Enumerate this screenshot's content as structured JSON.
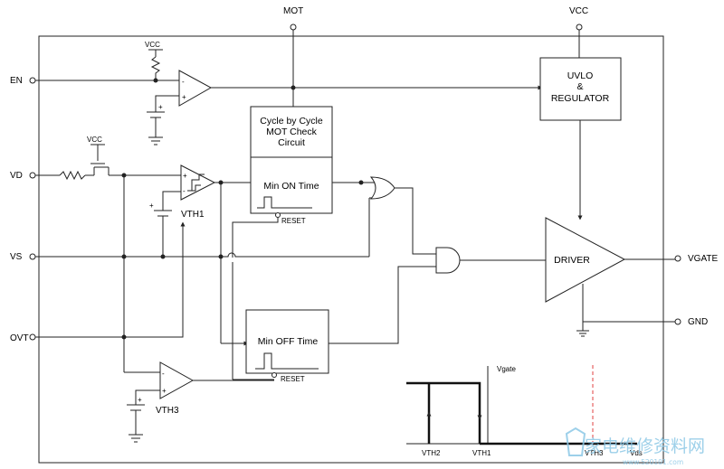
{
  "pins": {
    "en": "EN",
    "vd": "VD",
    "vs": "VS",
    "ovt": "OVT",
    "mot": "MOT",
    "vcc_top": "VCC",
    "vgate": "VGATE",
    "gnd": "GND"
  },
  "labels": {
    "vcc_en": "VCC",
    "vcc_vd": "VCC",
    "vth1": "VTH1",
    "vth3": "VTH3",
    "plus": "+",
    "minus": "-"
  },
  "blocks": {
    "uvlo": [
      "UVLO",
      "&",
      "REGULATOR"
    ],
    "mot_check": [
      "Cycle by Cycle",
      "MOT Check",
      "Circuit"
    ],
    "min_on": "Min ON Time",
    "min_off": "Min OFF Time",
    "reset": "RESET",
    "driver": "DRIVER"
  },
  "hysteresis_graph": {
    "y_label": "Vgate",
    "x_label": "Vds",
    "thresholds": [
      "VTH2",
      "VTH1",
      "VTH3"
    ],
    "vth3_marker_color": "#e04040"
  },
  "watermark": {
    "text": "家电维修资料网",
    "url": "www.520101.com",
    "color": "#8cc8e6"
  }
}
